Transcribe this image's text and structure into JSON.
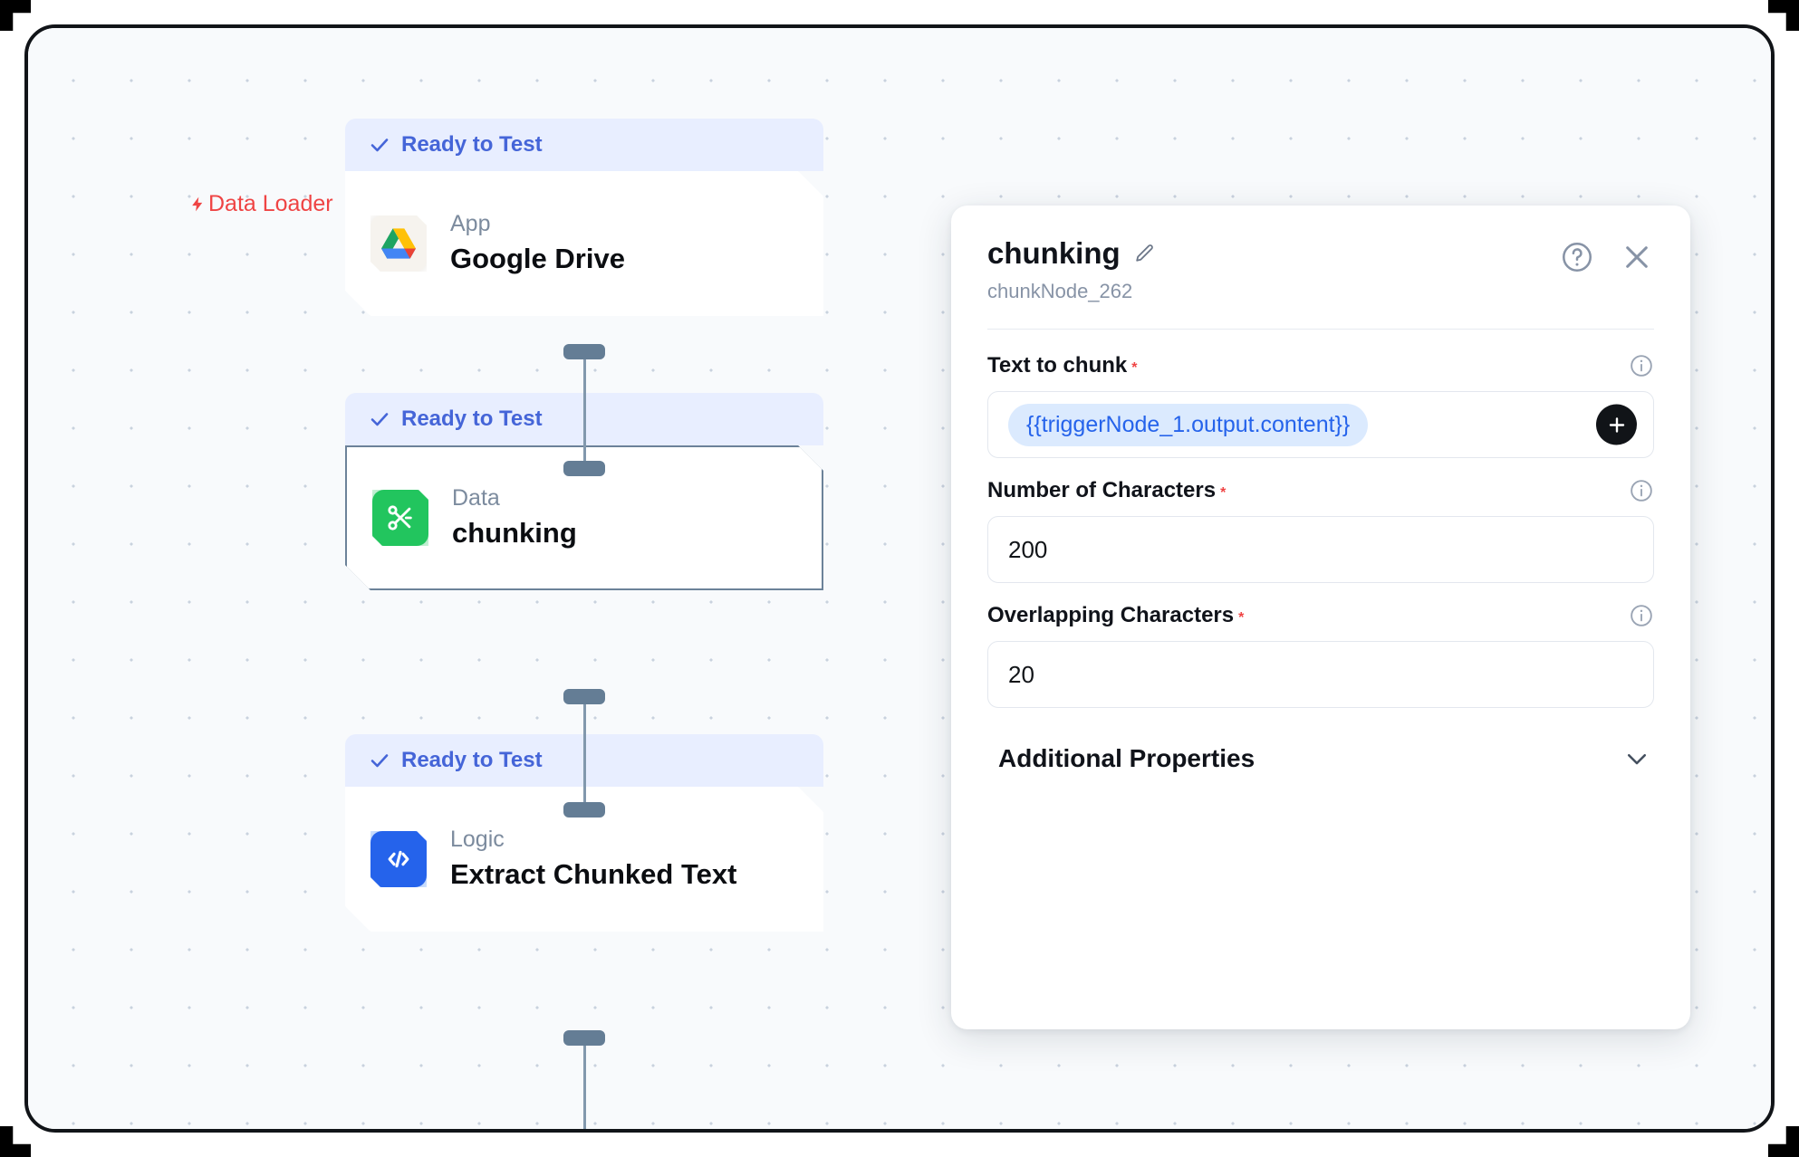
{
  "canvas": {
    "label": {
      "icon": "lightning-bolt-icon",
      "text": "Data Loader",
      "color": "#ef4444"
    }
  },
  "nodes": [
    {
      "status": "Ready to Test",
      "status_icon": "check-icon",
      "kind": "App",
      "title": "Google Drive",
      "icon": "google-drive-icon",
      "selected": false
    },
    {
      "status": "Ready to Test",
      "status_icon": "check-icon",
      "kind": "Data",
      "title": "chunking",
      "icon": "scissors-icon",
      "selected": true
    },
    {
      "status": "Ready to Test",
      "status_icon": "check-icon",
      "kind": "Logic",
      "title": "Extract Chunked Text",
      "icon": "code-brackets-icon",
      "selected": false
    }
  ],
  "panel": {
    "title": "chunking",
    "edit_icon": "pencil-icon",
    "subtitle": "chunkNode_262",
    "help_icon": "question-circle-icon",
    "close_icon": "close-icon",
    "fields": [
      {
        "label": "Text to chunk",
        "required": "*",
        "info_icon": "info-icon",
        "type": "token",
        "token": "{{triggerNode_1.output.content}}",
        "add_icon": "plus-icon"
      },
      {
        "label": "Number of Characters",
        "required": "*",
        "info_icon": "info-icon",
        "type": "text",
        "value": "200"
      },
      {
        "label": "Overlapping Characters",
        "required": "*",
        "info_icon": "info-icon",
        "type": "text",
        "value": "20"
      }
    ],
    "accordion": {
      "title": "Additional Properties",
      "icon": "chevron-down-icon"
    }
  },
  "colors": {
    "status_badge_bg": "#e8eeff",
    "status_badge_text": "#4565d8",
    "accent_red": "#ef4444",
    "token_blue": "#2563eb",
    "node_data_green": "#22c55e",
    "node_logic_blue": "#2563eb",
    "connector": "#647d95"
  }
}
